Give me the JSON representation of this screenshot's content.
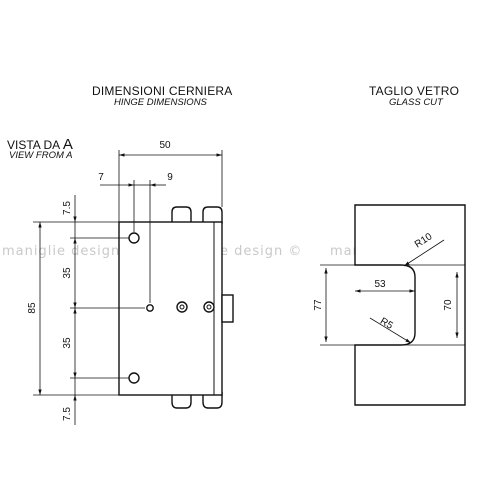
{
  "hinge": {
    "title": "DIMENSIONI CERNIERA",
    "subtitle": "HINGE DIMENSIONS",
    "view_label_prefix": "VISTA DA ",
    "view_label_letter": "A",
    "view_sublabel": "VIEW FROM A",
    "dims": {
      "width": "50",
      "offset_left": "7",
      "offset_right": "9",
      "total_height": "85",
      "top_margin": "7.5",
      "spacing_upper": "35",
      "spacing_lower": "35",
      "bottom_margin": "7.5"
    }
  },
  "glass": {
    "title": "TAGLIO VETRO",
    "subtitle": "GLASS CUT",
    "dims": {
      "radius_large": "R10",
      "depth": "53",
      "outer_height": "77",
      "inner_height": "70",
      "radius_small": "R5"
    }
  },
  "watermark": "maniglie design ©"
}
